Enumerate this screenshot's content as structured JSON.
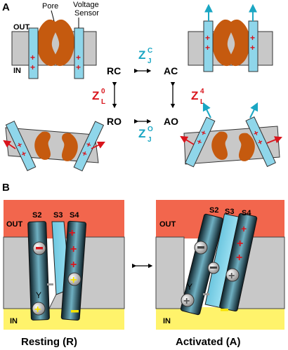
{
  "panel_a": {
    "letter": "A",
    "labels": {
      "pore": "Pore",
      "voltage": "Voltage",
      "sensor": "Sensor",
      "out": "OUT",
      "in": "IN"
    },
    "states": {
      "rc": "RC",
      "ac": "AC",
      "ro": "RO",
      "ao": "AO"
    },
    "eq_top": {
      "main": "Z",
      "sup": "C",
      "sub": "J"
    },
    "eq_bottom": {
      "main": "Z",
      "sup": "O",
      "sub": "J"
    },
    "eq_left": {
      "main": "Z",
      "sup": "0",
      "sub": "L"
    },
    "eq_right": {
      "main": "Z",
      "sup": "4",
      "sub": "L"
    },
    "arrow_symbol": "↔"
  },
  "panel_b": {
    "letter": "B",
    "segments": [
      "S2",
      "S3",
      "S4"
    ],
    "out": "OUT",
    "in": "IN",
    "residue": "Y",
    "caption_left": "Resting (R)",
    "caption_right": "Activated (A)"
  },
  "colors": {
    "channel_orange": "#c55a0f",
    "sensor_blue": "#8fd6ea",
    "membrane_gray": "#c8c8c8",
    "out_red": "#f2664d",
    "in_yellow": "#fff36b",
    "charge_red": "#d9141b",
    "eq_teal": "#1aa6c3"
  }
}
